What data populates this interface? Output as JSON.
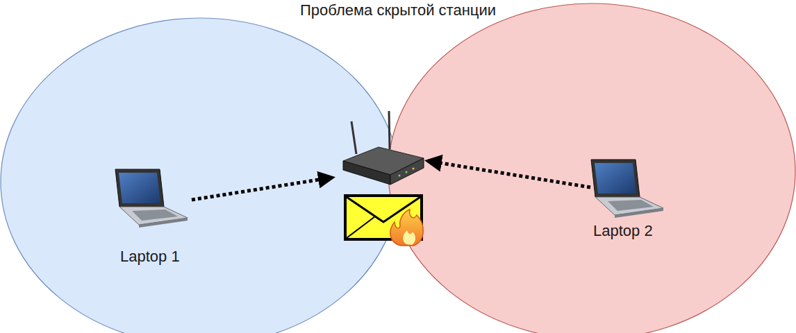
{
  "diagram": {
    "title": "Проблема скрытой станции",
    "labels": [
      "Laptop 1",
      "Laptop 2"
    ]
  }
}
